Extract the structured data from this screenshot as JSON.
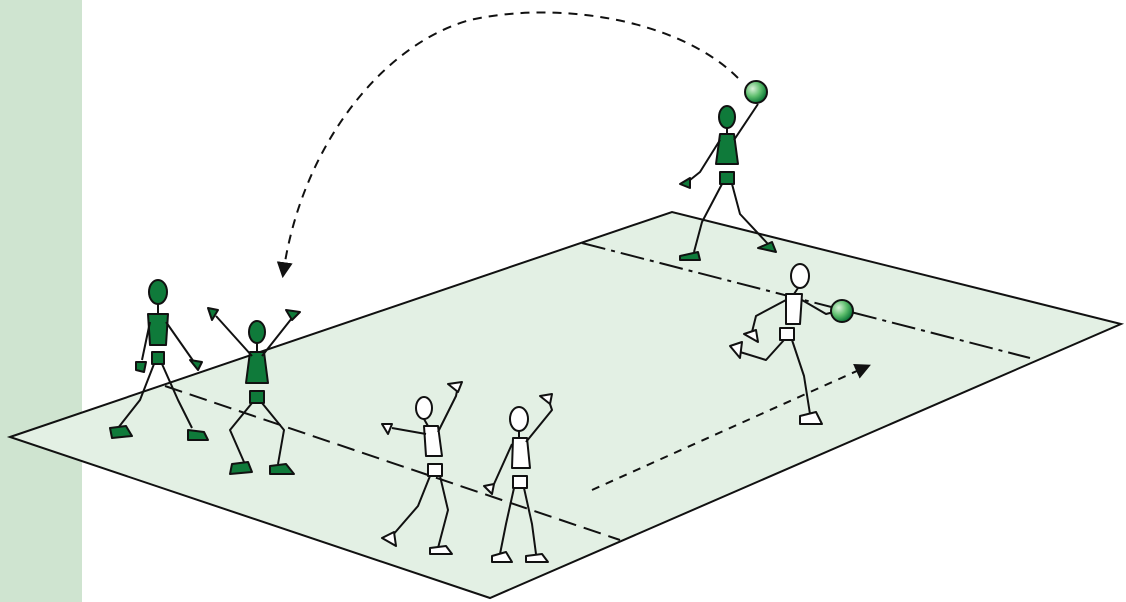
{
  "colors": {
    "side_strip": "#cfe4d0",
    "court_fill": "#e3f0e4",
    "line": "#111111",
    "team_green": "#0f7a3a",
    "player_white": "#ffffff",
    "ball_light": "#a8d9a8",
    "ball_dark": "#1f8a45"
  },
  "diagram": {
    "court": "court-surface",
    "players_green_count": 3,
    "players_white_count": 3,
    "balls_count": 2,
    "arrows": [
      "lob-pass-arrow",
      "run-direction-arrow"
    ]
  }
}
